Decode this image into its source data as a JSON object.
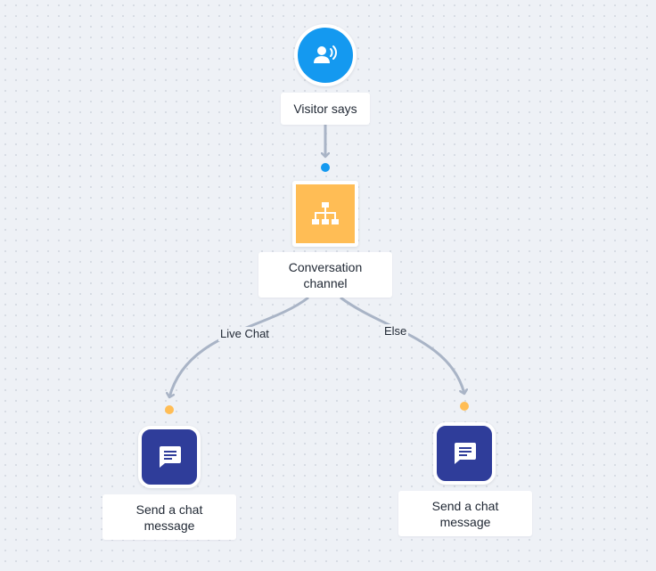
{
  "colors": {
    "trigger_blue": "#1499f0",
    "condition_orange": "#ffbd55",
    "action_navy": "#2f3d9a",
    "connector_gray": "#a9b4c6",
    "dot_blue": "#1499f0",
    "dot_orange": "#ffbd55"
  },
  "nodes": {
    "trigger": {
      "label": "Visitor says",
      "icon": "visitor-speaking-icon"
    },
    "condition": {
      "label_line1": "Conversation",
      "label_line2": "channel",
      "icon": "sitemap-icon"
    },
    "action_left": {
      "label_line1": "Send a chat",
      "label_line2": "message",
      "icon": "chat-message-icon"
    },
    "action_right": {
      "label_line1": "Send a chat",
      "label_line2": "message",
      "icon": "chat-message-icon"
    }
  },
  "edges": {
    "left_label": "Live Chat",
    "right_label": "Else"
  }
}
